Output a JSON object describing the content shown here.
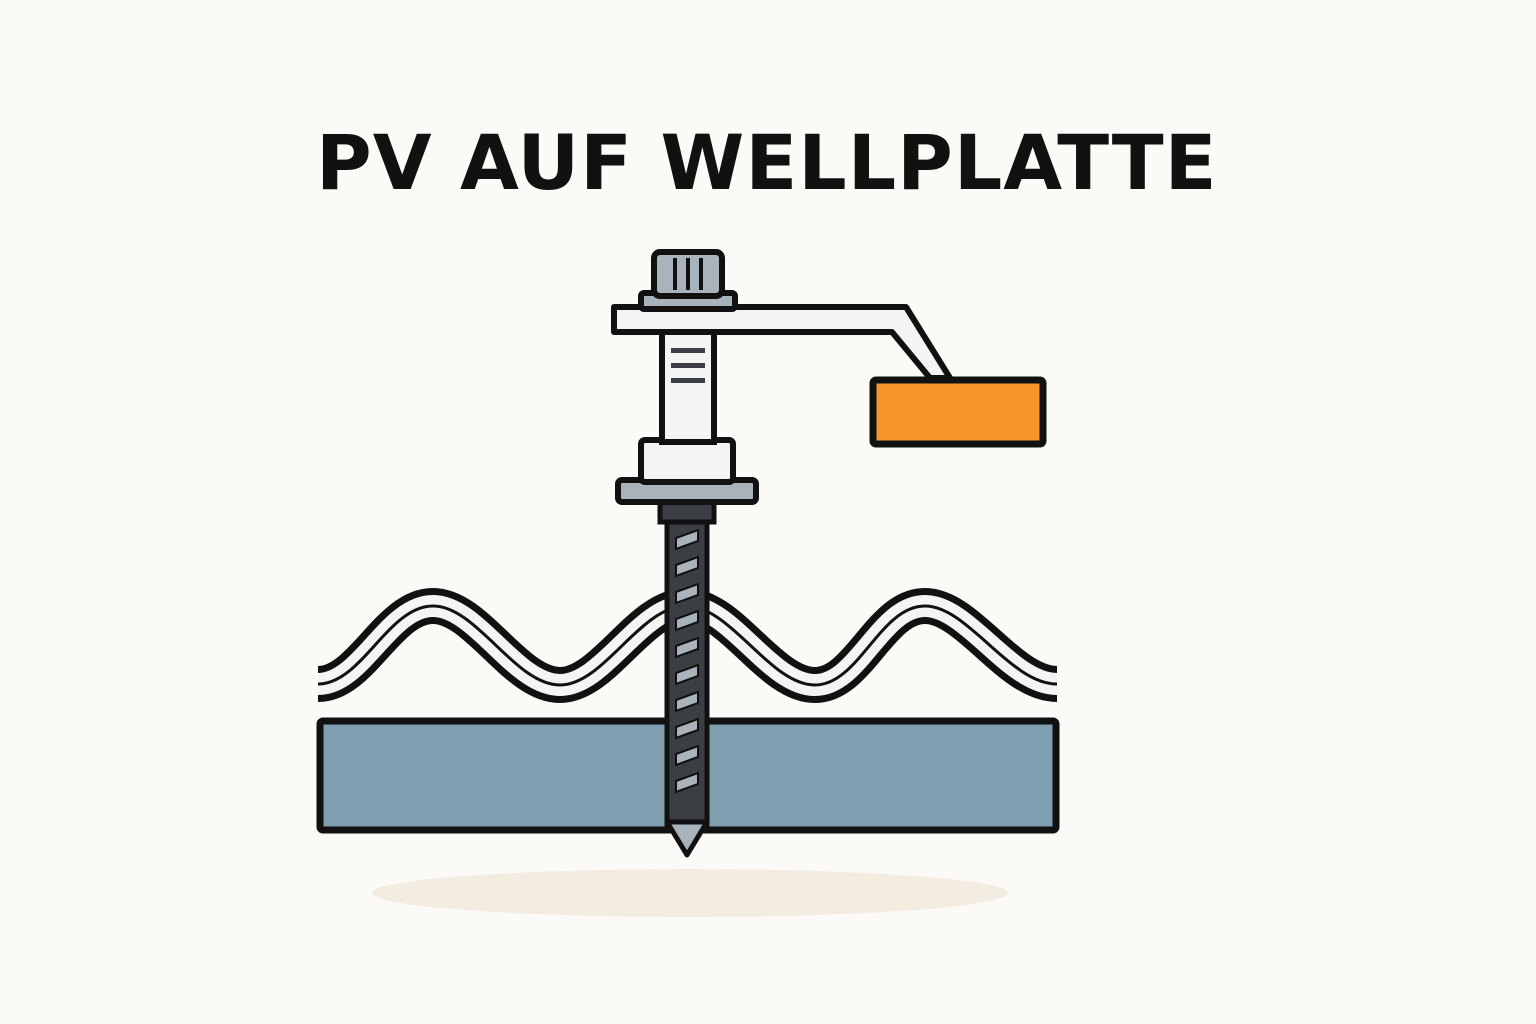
{
  "title": "PV AUF WELLPLATTE",
  "colors": {
    "background": "#fbfaf7",
    "outline": "#111111",
    "purlin": "#7f9fb0",
    "pv_rail": "#f7952c",
    "metal_light": "#f4f4f2",
    "metal_grey": "#a9b3bb",
    "shadow": "#f3ece0"
  },
  "components": [
    {
      "name": "hanger-bolt",
      "icon": "screw-icon"
    },
    {
      "name": "mounting-bracket",
      "icon": "roof-hook-icon"
    },
    {
      "name": "pv-rail",
      "icon": "rail-icon"
    },
    {
      "name": "corrugated-sheet",
      "icon": "wave-icon"
    },
    {
      "name": "purlin",
      "icon": "beam-icon"
    }
  ]
}
